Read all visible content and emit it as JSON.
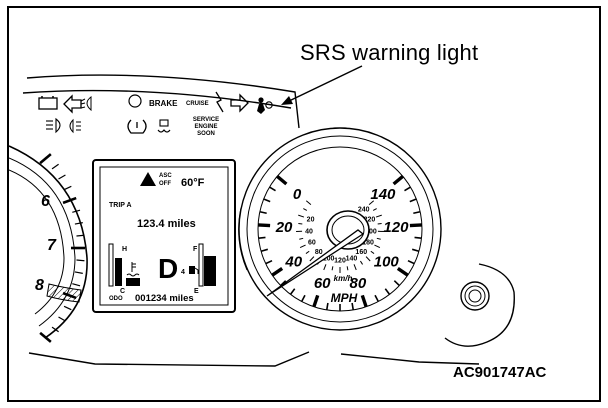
{
  "callout": {
    "label": "SRS warning light"
  },
  "figure_id": "AC901747AC",
  "cluster": {
    "tachometer": {
      "marks": [
        "6",
        "7",
        "8"
      ]
    },
    "speedometer": {
      "mph_marks": [
        "0",
        "20",
        "40",
        "60",
        "80",
        "100",
        "120",
        "140"
      ],
      "kmh_marks": [
        "20",
        "40",
        "60",
        "80",
        "100",
        "120",
        "140",
        "160",
        "180",
        "200",
        "220",
        "240"
      ],
      "unit_kmh": "km/h",
      "unit_mph": "MPH"
    },
    "indicators": {
      "brake": "BRAKE",
      "cruise": "CRUISE",
      "service_engine_soon": [
        "SERVICE",
        "ENGINE",
        "SOON"
      ]
    },
    "display": {
      "asc": "ASC",
      "off": "OFF",
      "temperature": "60°F",
      "trip_label": "TRIP A",
      "trip_value": "123.4 miles",
      "gear": "D",
      "temp_hot": "H",
      "temp_cold": "C",
      "fuel_full": "F",
      "fuel_empty": "E",
      "odo_label": "ODO",
      "odo_value": "001234 miles"
    }
  }
}
